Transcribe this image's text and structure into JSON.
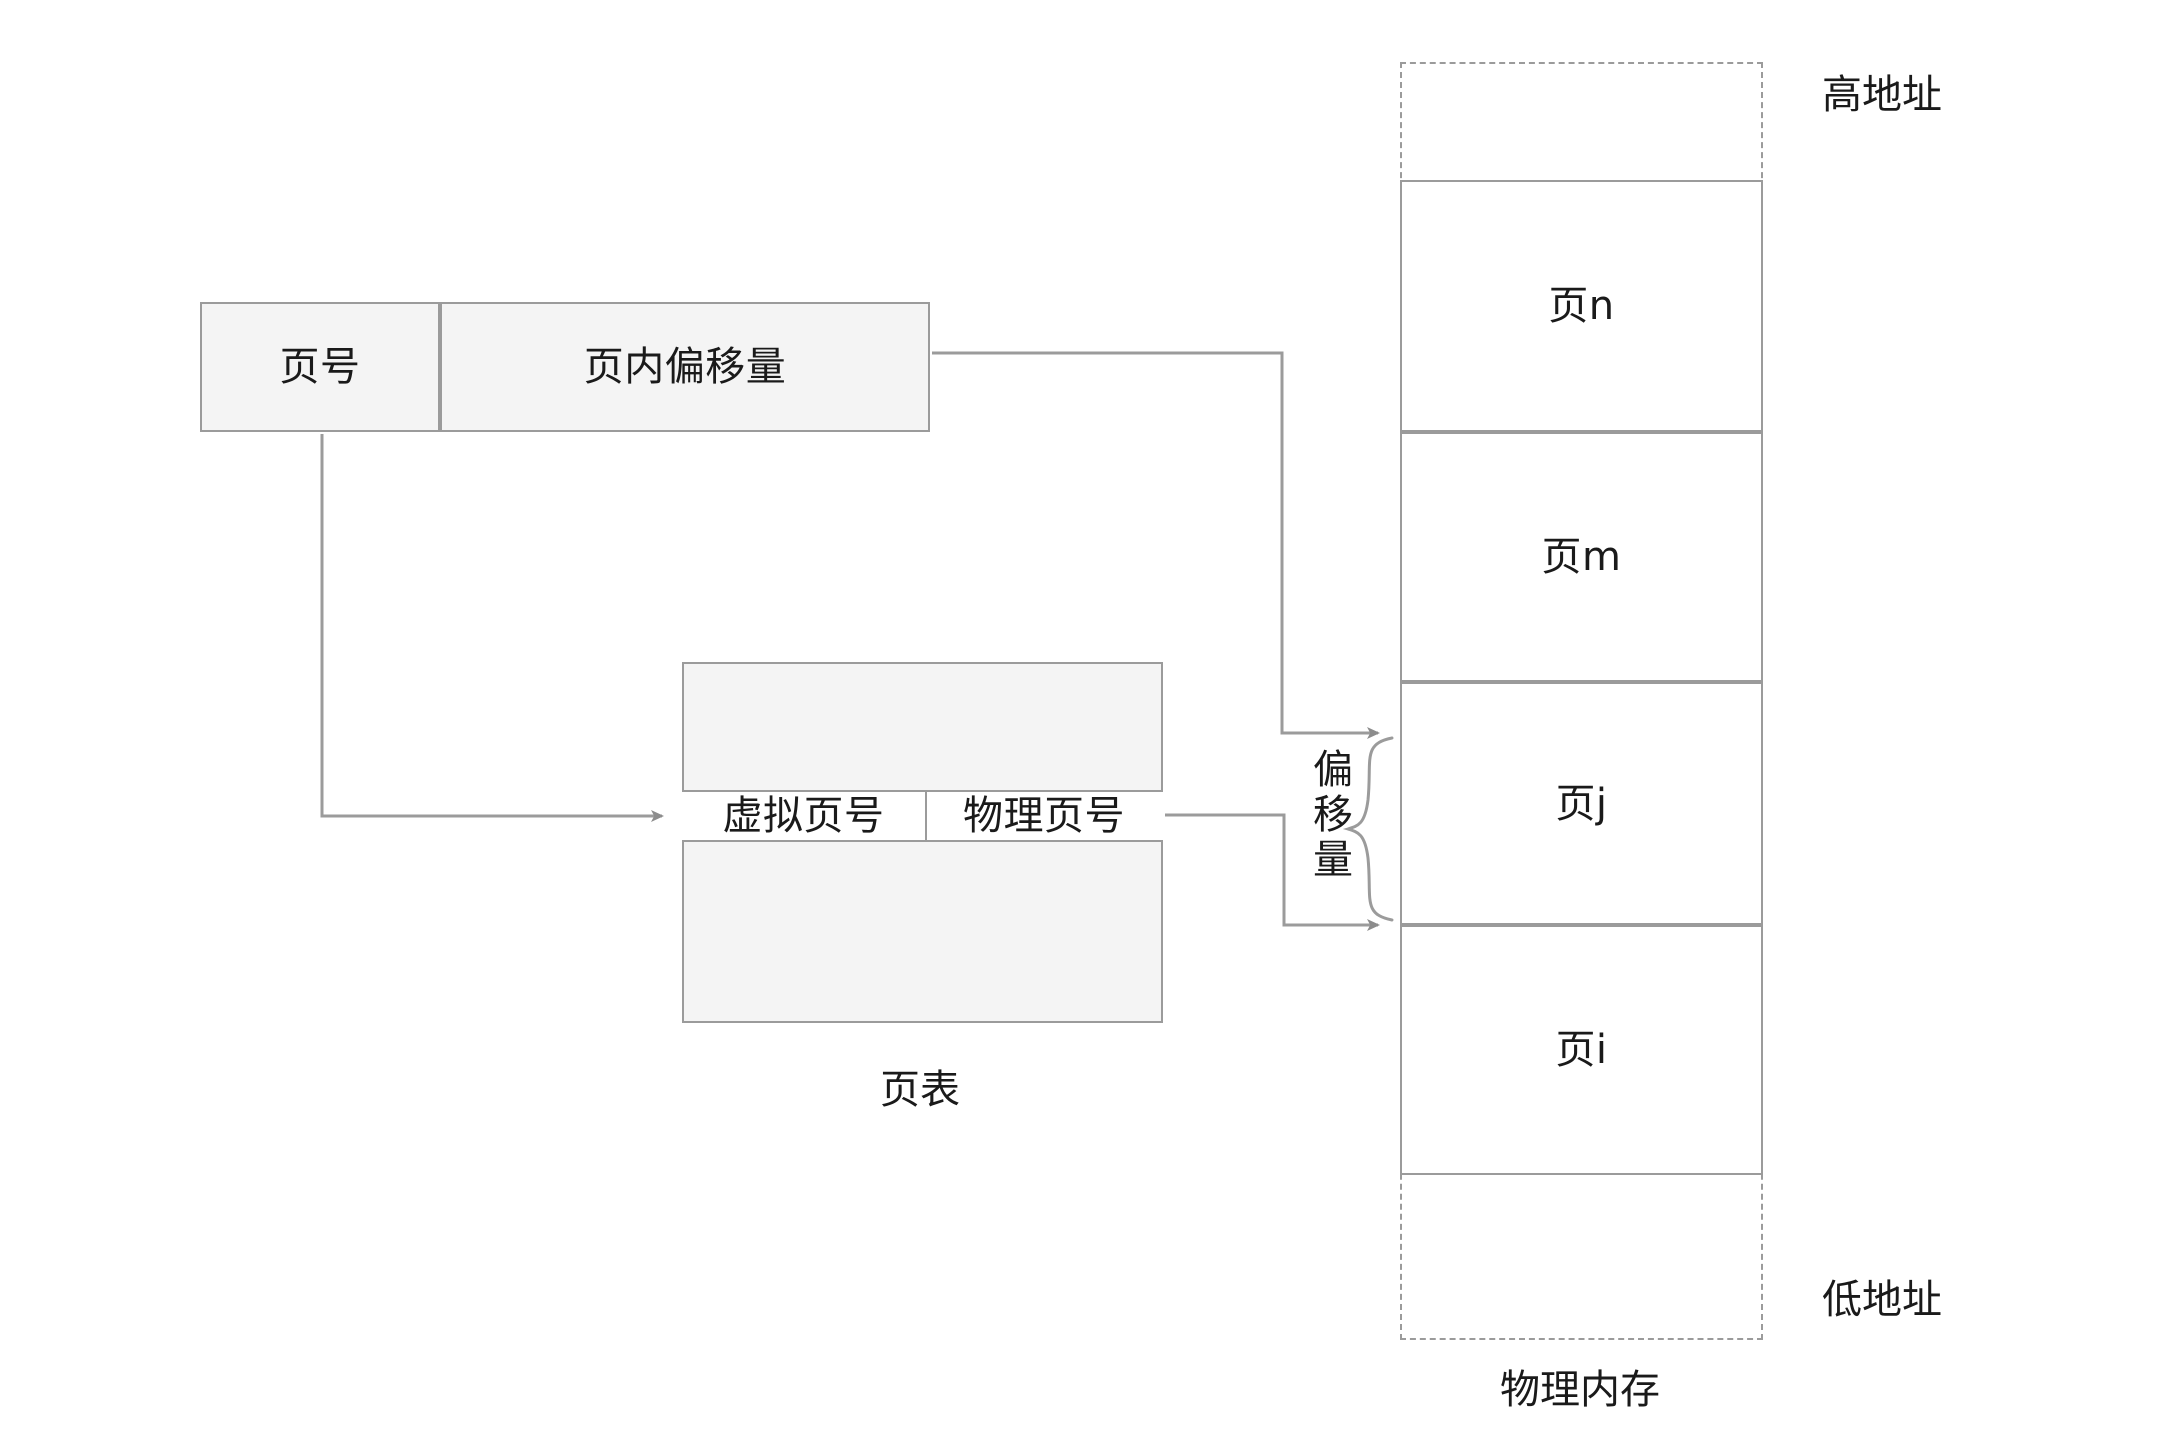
{
  "diagram": {
    "title_caption": "物理内存",
    "virtual_address": {
      "page_number_label": "页号",
      "offset_label": "页内偏移量"
    },
    "page_table": {
      "caption": "页表",
      "columns": [
        "虚拟页号",
        "物理页号"
      ]
    },
    "offset_bracket_label": {
      "chars": [
        "偏",
        "移",
        "量"
      ],
      "text": "偏移量"
    },
    "memory": {
      "high_address_label": "高地址",
      "low_address_label": "低地址",
      "caption": "物理内存",
      "frames": [
        {
          "label": "页n"
        },
        {
          "label": "页m"
        },
        {
          "label": "页j"
        },
        {
          "label": "页i"
        }
      ]
    },
    "colors": {
      "stroke": "#9b9b9b",
      "fill_gray": "#f4f4f4",
      "fill_white": "#ffffff",
      "text": "#1a1a1a",
      "arrow": "#8c8c8c"
    }
  }
}
